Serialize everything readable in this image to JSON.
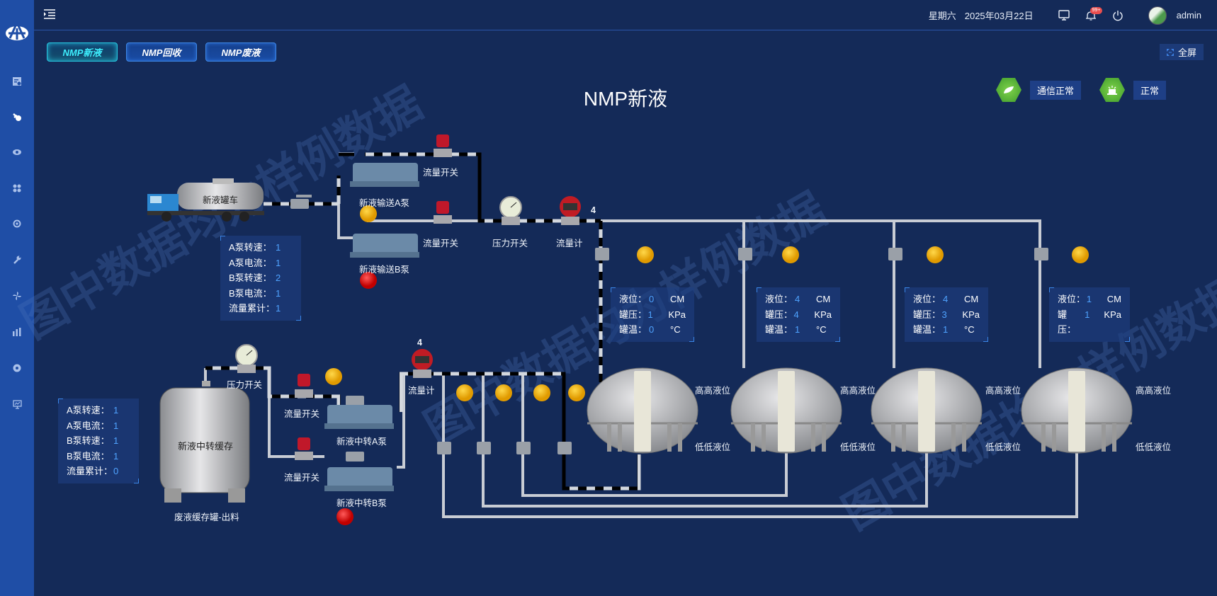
{
  "topbar": {
    "weekday": "星期六",
    "date": "2025年03月22日",
    "notification_badge": "99+",
    "user": "admin"
  },
  "sidebar": {
    "icons": [
      "dashboard-icon",
      "flow-icon",
      "eye-icon",
      "grid-icon",
      "at-icon",
      "wrench-icon",
      "fan-icon",
      "bar-chart-icon",
      "settings-icon",
      "monitor-icon"
    ]
  },
  "tabs": [
    {
      "label": "NMP新液",
      "active": true
    },
    {
      "label": "NMP回收",
      "active": false
    },
    {
      "label": "NMP废液",
      "active": false
    }
  ],
  "fullscreen_label": "全屏",
  "page_title": "NMP新液",
  "status": {
    "comm_label": "通信正常",
    "alarm_label": "正常"
  },
  "watermark": "图中数据均为样例数据",
  "upper": {
    "truck_label": "新液罐车",
    "pump_a_label": "新液输送A泵",
    "pump_b_label": "新液输送B泵",
    "flow_switch_a": "流量开关",
    "flow_switch_b": "流量开关",
    "pressure_switch": "压力开关",
    "flow_meter": "流量计",
    "flow_meter_value": "4",
    "pump_a_status": "running",
    "pump_b_status": "stopped",
    "stats": [
      {
        "key": "A泵转速：",
        "value": "1"
      },
      {
        "key": "A泵电流：",
        "value": "1"
      },
      {
        "key": "B泵转速：",
        "value": "2"
      },
      {
        "key": "B泵电流：",
        "value": "1"
      },
      {
        "key": "流量累计：",
        "value": "1"
      }
    ]
  },
  "lower": {
    "buffer_tank_label": "新液中转缓存",
    "buffer_tank_caption": "废液缓存罐-出料",
    "pressure_switch": "压力开关",
    "flow_switch_a": "流量开关",
    "flow_switch_b": "流量开关",
    "pump_a_label": "新液中转A泵",
    "pump_b_label": "新液中转B泵",
    "flow_meter": "流量计",
    "flow_meter_value": "4",
    "stats": [
      {
        "key": "A泵转速：",
        "value": "1"
      },
      {
        "key": "A泵电流：",
        "value": "1"
      },
      {
        "key": "B泵转速：",
        "value": "1"
      },
      {
        "key": "B泵电流：",
        "value": "1"
      },
      {
        "key": "流量累计：",
        "value": "0"
      }
    ]
  },
  "tanks": [
    {
      "high_label": "高高液位",
      "low_label": "低低液位",
      "rows": [
        {
          "key": "液位：",
          "value": "0",
          "unit": "CM"
        },
        {
          "key": "罐压：",
          "value": "1",
          "unit": "KPa"
        },
        {
          "key": "罐温：",
          "value": "0",
          "unit": "°C"
        }
      ]
    },
    {
      "high_label": "高高液位",
      "low_label": "低低液位",
      "rows": [
        {
          "key": "液位：",
          "value": "4",
          "unit": "CM"
        },
        {
          "key": "罐压：",
          "value": "4",
          "unit": "KPa"
        },
        {
          "key": "罐温：",
          "value": "1",
          "unit": "°C"
        }
      ]
    },
    {
      "high_label": "高高液位",
      "low_label": "低低液位",
      "rows": [
        {
          "key": "液位：",
          "value": "4",
          "unit": "CM"
        },
        {
          "key": "罐压：",
          "value": "3",
          "unit": "KPa"
        },
        {
          "key": "罐温：",
          "value": "1",
          "unit": "°C"
        }
      ]
    },
    {
      "high_label": "高高液位",
      "low_label": "低低液位",
      "rows": [
        {
          "key": "液位：",
          "value": "1",
          "unit": "CM"
        },
        {
          "key": "罐压：",
          "value": "1",
          "unit": "KPa"
        }
      ]
    }
  ],
  "colors": {
    "background": "#142a58",
    "sidebar": "#1f4ea6",
    "value_blue": "#4fa3ff",
    "indicator_running": "#f5b400",
    "indicator_stopped": "#e01010",
    "status_green": "#5cb83a"
  }
}
